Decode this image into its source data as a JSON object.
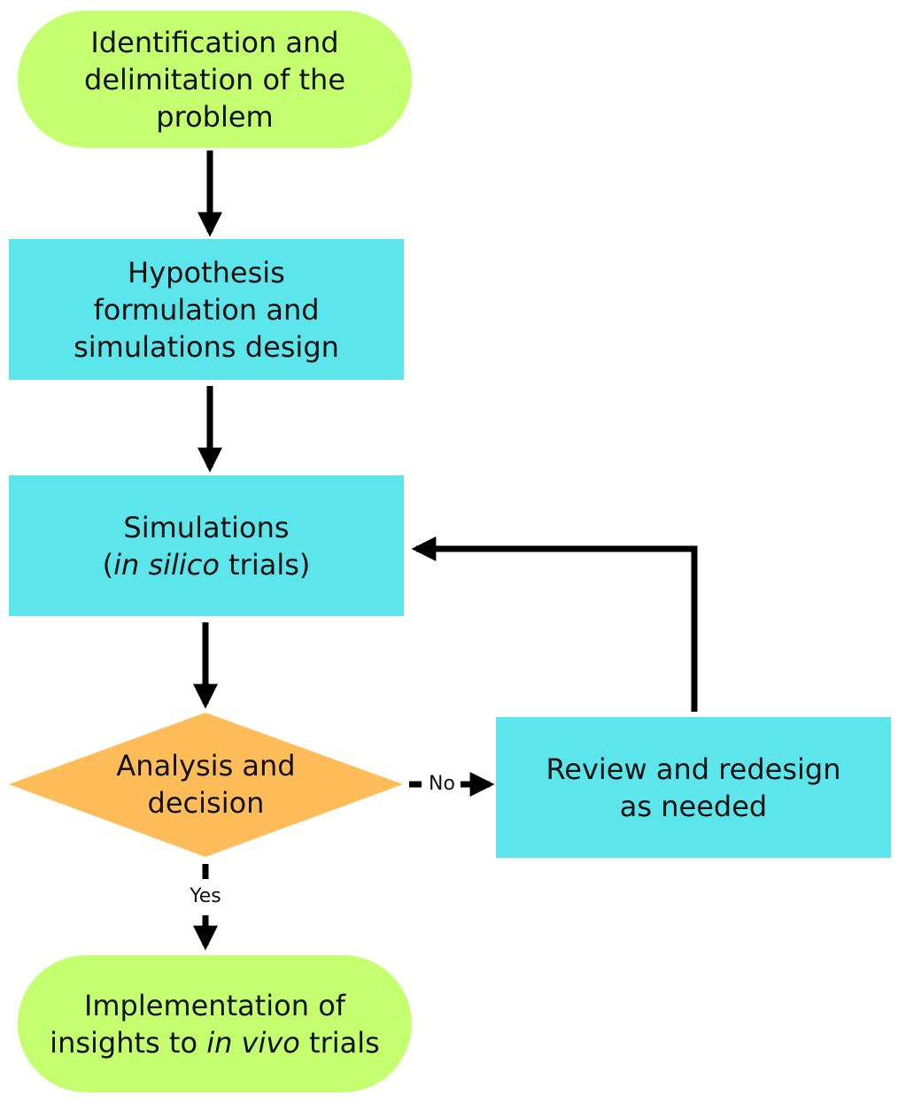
{
  "nodes": {
    "start": {
      "lines": [
        "Identification and",
        "delimitation of the",
        "problem"
      ]
    },
    "hypothesis": {
      "lines": [
        "Hypothesis",
        "formulation and",
        "simulations design"
      ]
    },
    "simulations": {
      "line1": "Simulations",
      "line2_open": "(",
      "line2_italic": "in silico",
      "line2_rest": " trials)"
    },
    "decision": {
      "lines": [
        "Analysis and",
        "decision"
      ]
    },
    "review": {
      "lines": [
        "Review and redesign",
        "as needed"
      ]
    },
    "end": {
      "line1": "Implementation of",
      "line2_pre": "insights to ",
      "line2_italic": "in vivo",
      "line2_rest": " trials"
    }
  },
  "edges": {
    "no_label": "No",
    "yes_label": "Yes"
  },
  "colors": {
    "terminal": "#c3ff6e",
    "process": "#5ce5ea",
    "decision": "#ffbc58",
    "arrow": "#000000"
  }
}
